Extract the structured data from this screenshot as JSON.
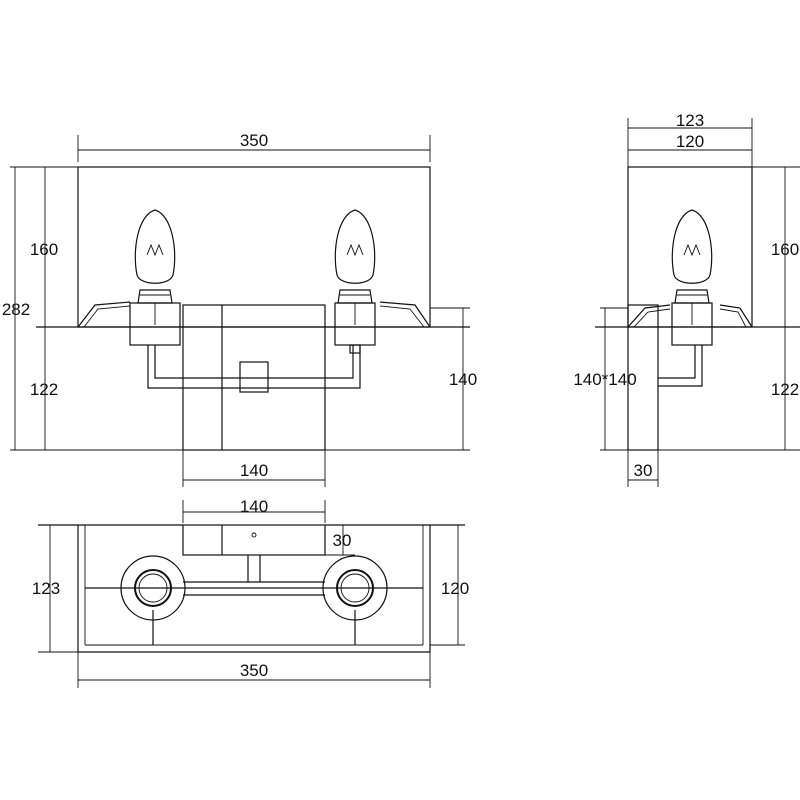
{
  "front_view": {
    "width_top": "350",
    "shade_height": "160",
    "total_height": "282",
    "lower_height": "122",
    "plate_height": "140",
    "plate_width": "140"
  },
  "side_view": {
    "depth_top_outer": "123",
    "depth_top_inner": "120",
    "shade_height": "160",
    "plate_size": "140*140",
    "lower_height": "122",
    "plate_thickness": "30"
  },
  "top_view": {
    "plate_width": "140",
    "plate_depth": "30",
    "depth_left": "123",
    "depth_right": "120",
    "width_bottom": "350"
  }
}
